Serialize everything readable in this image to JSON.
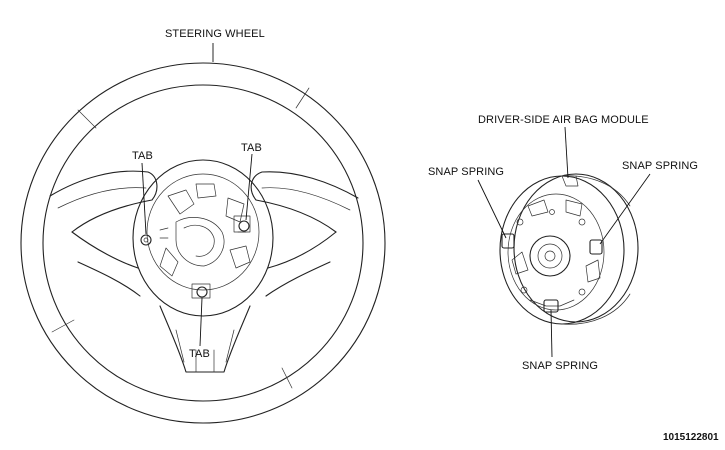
{
  "labels": {
    "steering_wheel": "STEERING WHEEL",
    "tab_left": "TAB",
    "tab_right": "TAB",
    "tab_bottom": "TAB",
    "airbag_module": "DRIVER-SIDE AIR BAG MODULE",
    "snap_spring_left": "SNAP SPRING",
    "snap_spring_right": "SNAP SPRING",
    "snap_spring_bottom": "SNAP SPRING"
  },
  "figure_code": "1015122801"
}
